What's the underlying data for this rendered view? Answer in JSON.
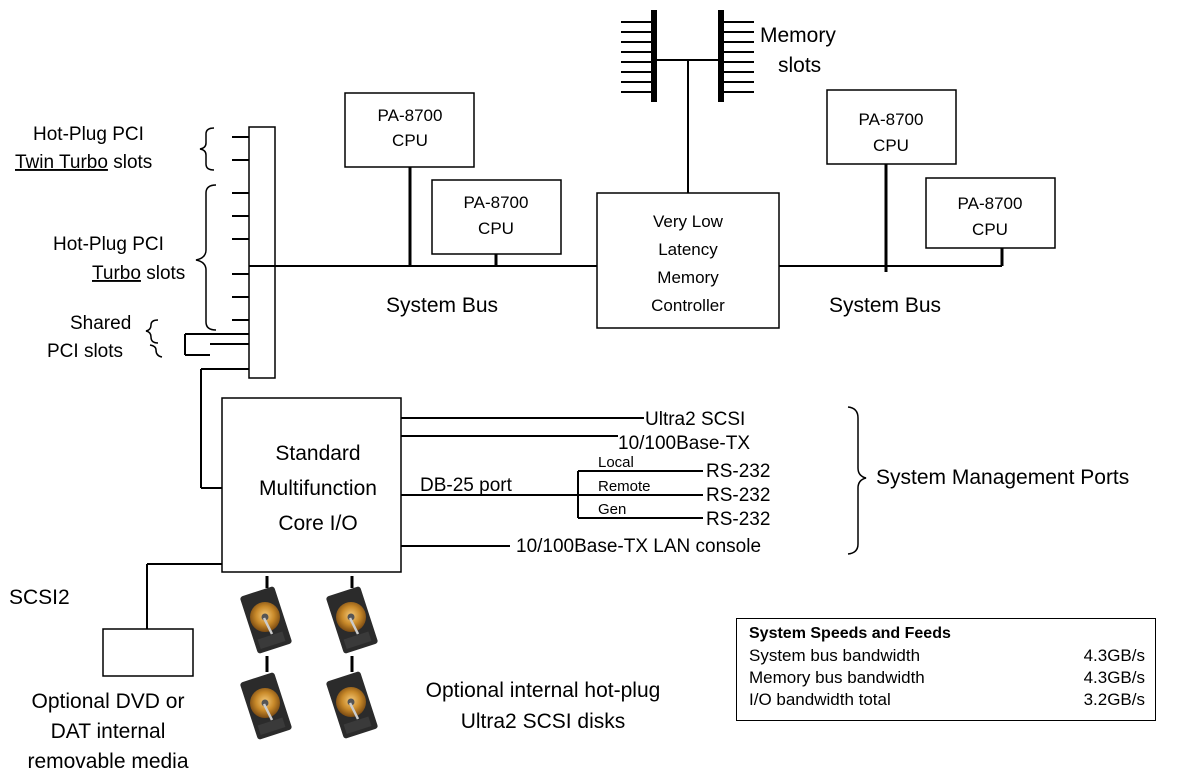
{
  "labels": {
    "memory_slots_1": "Memory",
    "memory_slots_2": "slots",
    "cpu_line1": "PA-8700",
    "cpu_line2": "CPU",
    "hot_plug_pci": "Hot-Plug PCI",
    "twin_turbo": "Twin Turbo",
    "slots": "slots",
    "turbo": "Turbo",
    "shared": "Shared",
    "pci_slots": "PCI slots",
    "system_bus_left": "System Bus",
    "system_bus_right": "System Bus",
    "mem_ctrl_1": "Very Low",
    "mem_ctrl_2": "Latency",
    "mem_ctrl_3": "Memory",
    "mem_ctrl_4": "Controller",
    "core_io_1": "Standard",
    "core_io_2": "Multifunction",
    "core_io_3": "Core I/O",
    "ultra2_scsi": "Ultra2 SCSI",
    "base_tx": "10/100Base-TX",
    "db25_port": "DB-25 port",
    "local": "Local",
    "remote": "Remote",
    "gen": "Gen",
    "rs232": "RS-232",
    "lan_console": "10/100Base-TX LAN console",
    "sys_mgmt_ports": "System Management Ports",
    "scsi2": "SCSI2",
    "dvd_1": "Optional DVD or",
    "dvd_2": "DAT internal",
    "dvd_3": "removable media",
    "disks_1": "Optional internal hot-plug",
    "disks_2": "Ultra2 SCSI disks"
  },
  "specs": {
    "title": "System Speeds and Feeds",
    "rows": [
      {
        "name": "System bus bandwidth",
        "value": "4.3GB/s"
      },
      {
        "name": "Memory bus bandwidth",
        "value": "4.3GB/s"
      },
      {
        "name": "I/O bandwidth total",
        "value": "3.2GB/s"
      }
    ]
  },
  "icons": {
    "disk": "hard-disk-icon"
  }
}
